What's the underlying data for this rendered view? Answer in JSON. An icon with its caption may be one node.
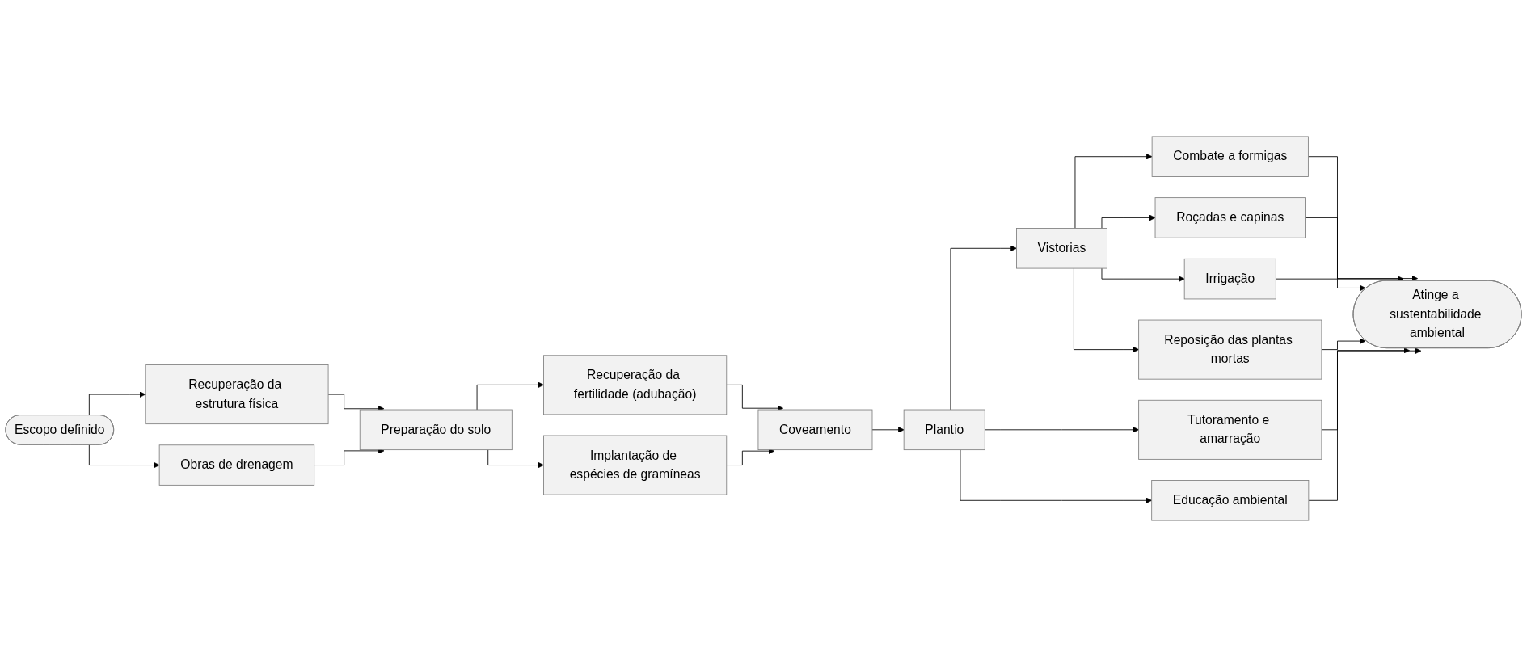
{
  "diagram": {
    "nodes": [
      {
        "text": [
          "Escopo definido"
        ]
      },
      {
        "text": [
          "Recuperação da estrutura física"
        ]
      },
      {
        "text": [
          "Obras de drenagem"
        ]
      },
      {
        "text": [
          "Preparação do solo"
        ]
      },
      {
        "text": [
          "Recuperação da fertilidade (adubação)"
        ]
      },
      {
        "text": [
          "Implantação de espécies de gramíneas"
        ]
      },
      {
        "text": [
          "Coveamento"
        ]
      },
      {
        "text": [
          "Plantio"
        ]
      },
      {
        "text": [
          "Vistorias"
        ]
      },
      {
        "text": [
          "Combate a formigas"
        ]
      },
      {
        "text": [
          "Roçadas e capinas"
        ]
      },
      {
        "text": [
          "Irrigação"
        ]
      },
      {
        "text": [
          "Reposição das plantas mortas"
        ]
      },
      {
        "text": [
          "Tutoramento e amarração"
        ]
      },
      {
        "text": [
          "Educação ambiental"
        ]
      },
      {
        "text": [
          "Atinge a sustentabilidade ambiental"
        ]
      }
    ],
    "edges": [
      {
        "from": 0,
        "to": 1,
        "arrow": "to"
      },
      {
        "from": 0,
        "to": 2,
        "arrow": "to"
      },
      {
        "from": 1,
        "to": 3,
        "arrow": "to"
      },
      {
        "from": 2,
        "to": 3,
        "arrow": "to"
      },
      {
        "from": 3,
        "to": 4,
        "arrow": "to"
      },
      {
        "from": 3,
        "to": 5,
        "arrow": "to"
      },
      {
        "from": 4,
        "to": 6,
        "arrow": "to"
      },
      {
        "from": 5,
        "to": 6,
        "arrow": "to"
      },
      {
        "from": 6,
        "to": 7,
        "arrow": "to"
      },
      {
        "from": 7,
        "to": 8,
        "arrow": "to"
      },
      {
        "from": 7,
        "to": 13,
        "arrow": "to"
      },
      {
        "from": 7,
        "to": 14,
        "arrow": "to"
      },
      {
        "from": 8,
        "to": 9,
        "arrow": "to"
      },
      {
        "from": 8,
        "to": 10,
        "arrow": "to"
      },
      {
        "from": 8,
        "to": 11,
        "arrow": "to"
      },
      {
        "from": 8,
        "to": 12,
        "arrow": "to"
      },
      {
        "from": 9,
        "to": 15,
        "arrow": "to"
      },
      {
        "from": 10,
        "to": 15,
        "arrow": "to"
      },
      {
        "from": 11,
        "to": 15,
        "arrow": "to"
      },
      {
        "from": 12,
        "to": 15,
        "arrow": "to"
      },
      {
        "from": 13,
        "to": 15,
        "arrow": "to"
      },
      {
        "from": 14,
        "to": 15,
        "arrow": "to"
      }
    ]
  }
}
